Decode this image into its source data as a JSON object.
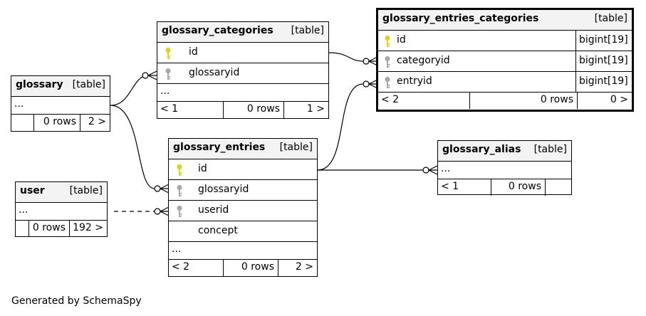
{
  "footer_credit": "Generated by SchemaSpy",
  "icons": {
    "primary_key": "key-icon-gold",
    "foreign_key": "key-icon-gray",
    "primary_color": "#e0d020",
    "foreign_color": "#a8a8a8"
  },
  "tables": {
    "glossary": {
      "name": "glossary",
      "type": "[table]",
      "more": "...",
      "rows": "0 rows",
      "next": "2 >"
    },
    "glossary_categories": {
      "name": "glossary_categories",
      "type": "[table]",
      "columns": [
        "id",
        "glossaryid"
      ],
      "more": "...",
      "prev": "< 1",
      "rows": "0 rows",
      "next": "1 >"
    },
    "glossary_entries_categories": {
      "name": "glossary_entries_categories",
      "type": "[table]",
      "columns": [
        "id",
        "categoryid",
        "entryid"
      ],
      "types": [
        "bigint[19]",
        "bigint[19]",
        "bigint[19]"
      ],
      "prev": "< 2",
      "rows": "0 rows",
      "next": "0 >"
    },
    "glossary_entries": {
      "name": "glossary_entries",
      "type": "[table]",
      "columns": [
        "id",
        "glossaryid",
        "userid",
        "concept"
      ],
      "more": "...",
      "prev": "< 2",
      "rows": "0 rows",
      "next": "2 >"
    },
    "glossary_alias": {
      "name": "glossary_alias",
      "type": "[table]",
      "more": "...",
      "prev": "< 1",
      "rows": "0 rows"
    },
    "user": {
      "name": "user",
      "type": "[table]",
      "more": "...",
      "rows": "0 rows",
      "next": "192 >"
    }
  }
}
